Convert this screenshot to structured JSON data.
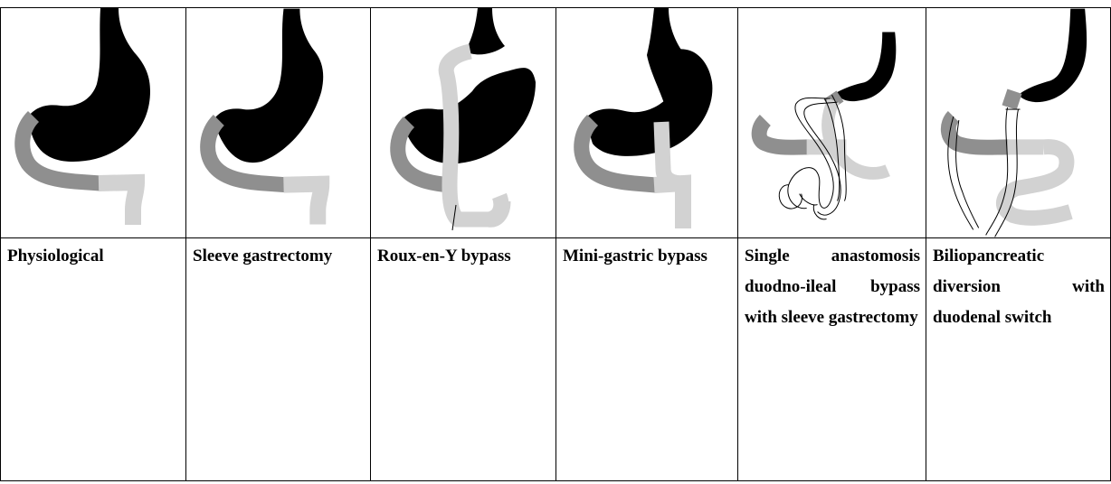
{
  "procedures": [
    {
      "label": "Physiological",
      "icon": "physiological-stomach-icon"
    },
    {
      "label": "Sleeve gastrectomy",
      "icon": "sleeve-gastrectomy-icon"
    },
    {
      "label": "Roux-en-Y bypass",
      "icon": "roux-en-y-bypass-icon"
    },
    {
      "label": "Mini-gastric bypass",
      "icon": "mini-gastric-bypass-icon"
    },
    {
      "label": "Single anastomosis duodno-ileal bypass with sleeve gastrectomy",
      "icon": "sadi-s-icon"
    },
    {
      "label": "Biliopancreatic diversion with duodenal switch",
      "icon": "bpd-ds-icon"
    }
  ],
  "colors": {
    "stomach": "#000000",
    "duodenum": "#8f8f8f",
    "jejunum_light": "#d2d2d2",
    "ileum_outline": "#000000",
    "border": "#000000"
  }
}
